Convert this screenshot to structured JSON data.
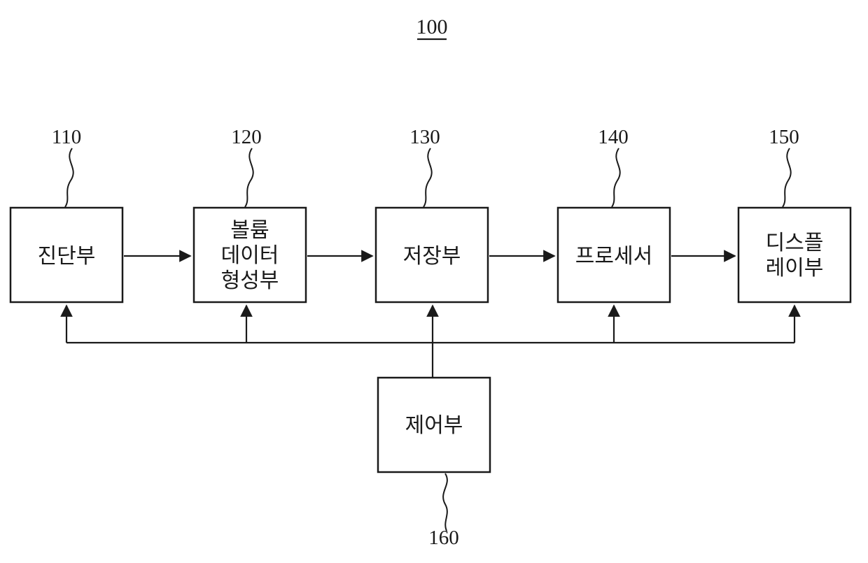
{
  "figure": {
    "title": "100",
    "line_color": "#1a1a1a",
    "background_color": "#ffffff"
  },
  "boxes": [
    {
      "ref": "110",
      "lines": [
        "진단부",
        "",
        ""
      ]
    },
    {
      "ref": "120",
      "lines": [
        "볼륨",
        "데이터",
        "형성부"
      ]
    },
    {
      "ref": "130",
      "lines": [
        "저장부",
        "",
        ""
      ]
    },
    {
      "ref": "140",
      "lines": [
        "프로세서",
        "",
        ""
      ]
    },
    {
      "ref": "150",
      "lines": [
        "디스플",
        "레이부",
        ""
      ]
    }
  ],
  "control_box": {
    "ref": "160",
    "lines": [
      "제어부"
    ]
  }
}
